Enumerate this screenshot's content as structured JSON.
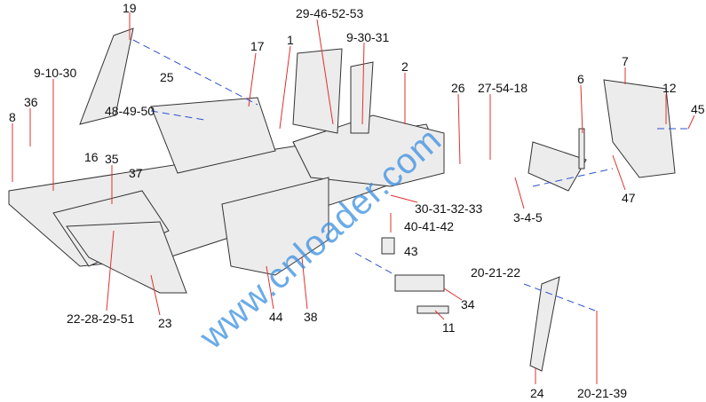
{
  "labels": [
    "19",
    "29-46-52-53",
    "9-30-31",
    "1",
    "17",
    "2",
    "26",
    "27-54-18",
    "6",
    "7",
    "12",
    "45",
    "9-10-30",
    "25",
    "36",
    "8",
    "48-49-50",
    "16",
    "35",
    "37",
    "30-31-32-33",
    "3-4-5",
    "47",
    "40-41-42",
    "43",
    "20-21-22",
    "34",
    "11",
    "22-28-29-51",
    "23",
    "44",
    "38",
    "24",
    "20-21-39"
  ],
  "watermark": "www.cnloader.com",
  "colors": {
    "leader": "#e03030",
    "watermark": "#3a8fe0",
    "line": "#333333",
    "dash": "#3050d0"
  }
}
